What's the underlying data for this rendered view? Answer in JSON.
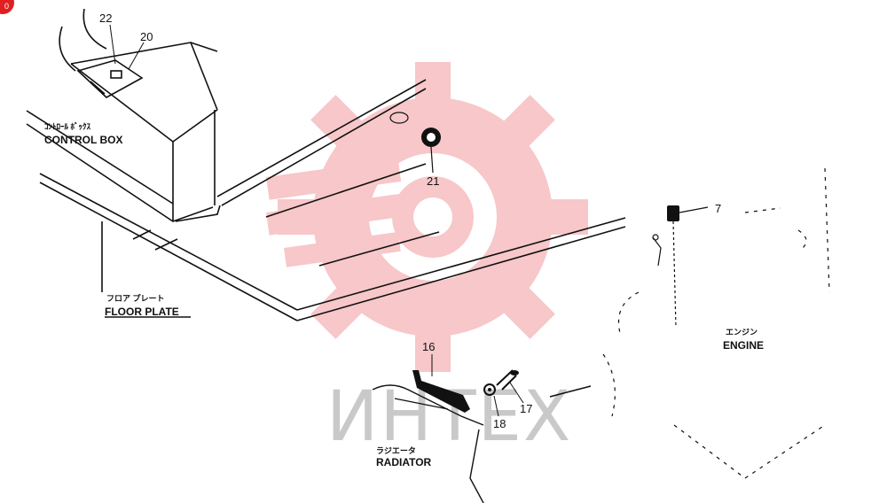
{
  "badge": {
    "text": "0"
  },
  "watermark": {
    "text": "ИНТЕХ"
  },
  "labels": {
    "control_box_jp": "ｺﾝﾄﾛｰﾙ ﾎﾞｯｸｽ",
    "control_box": "CONTROL BOX",
    "floor_plate_jp": "フロア プレート",
    "floor_plate": "FLOOR PLATE",
    "engine_jp": "エンジン",
    "engine": "ENGINE",
    "radiator_jp": "ラジエータ",
    "radiator": "RADIATOR"
  },
  "callouts": {
    "p22": "22",
    "p20": "20",
    "p21": "21",
    "p7": "7",
    "p16": "16",
    "p17": "17",
    "p18": "18"
  },
  "colors": {
    "line": "#111111",
    "watermark_gear": "#f7c7c9",
    "watermark_text": "#c9c9c9",
    "badge": "#e02020"
  }
}
